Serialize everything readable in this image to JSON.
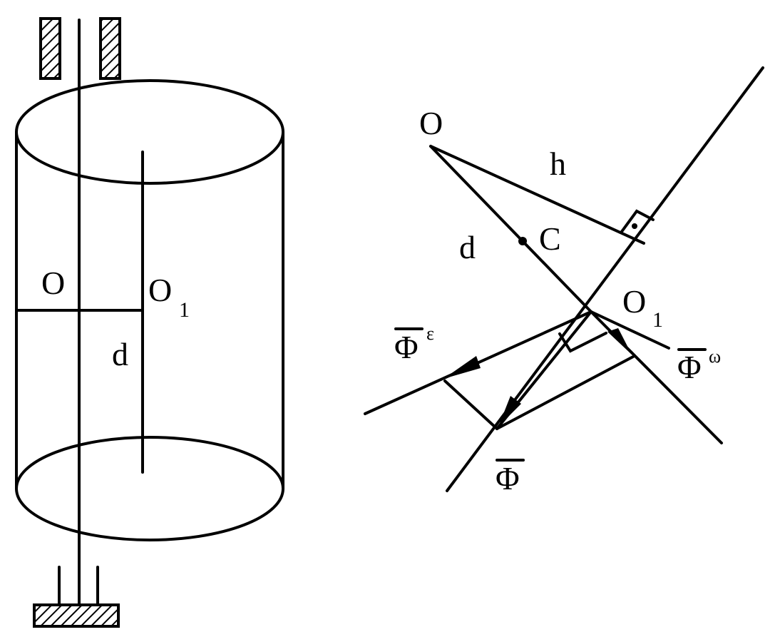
{
  "left_figure": {
    "label_O": "O",
    "label_O1_main": "O",
    "label_O1_sub": "1",
    "label_d": "d"
  },
  "right_figure": {
    "label_O": "O",
    "label_h": "h",
    "label_d": "d",
    "label_C": "C",
    "label_O1_main": "O",
    "label_O1_sub": "1",
    "label_Phi_eps": "Φ",
    "label_Phi_eps_sup": "ε",
    "label_Phi_omega": "Φ",
    "label_Phi_omega_sup": "ω",
    "label_Phi": "Φ"
  }
}
